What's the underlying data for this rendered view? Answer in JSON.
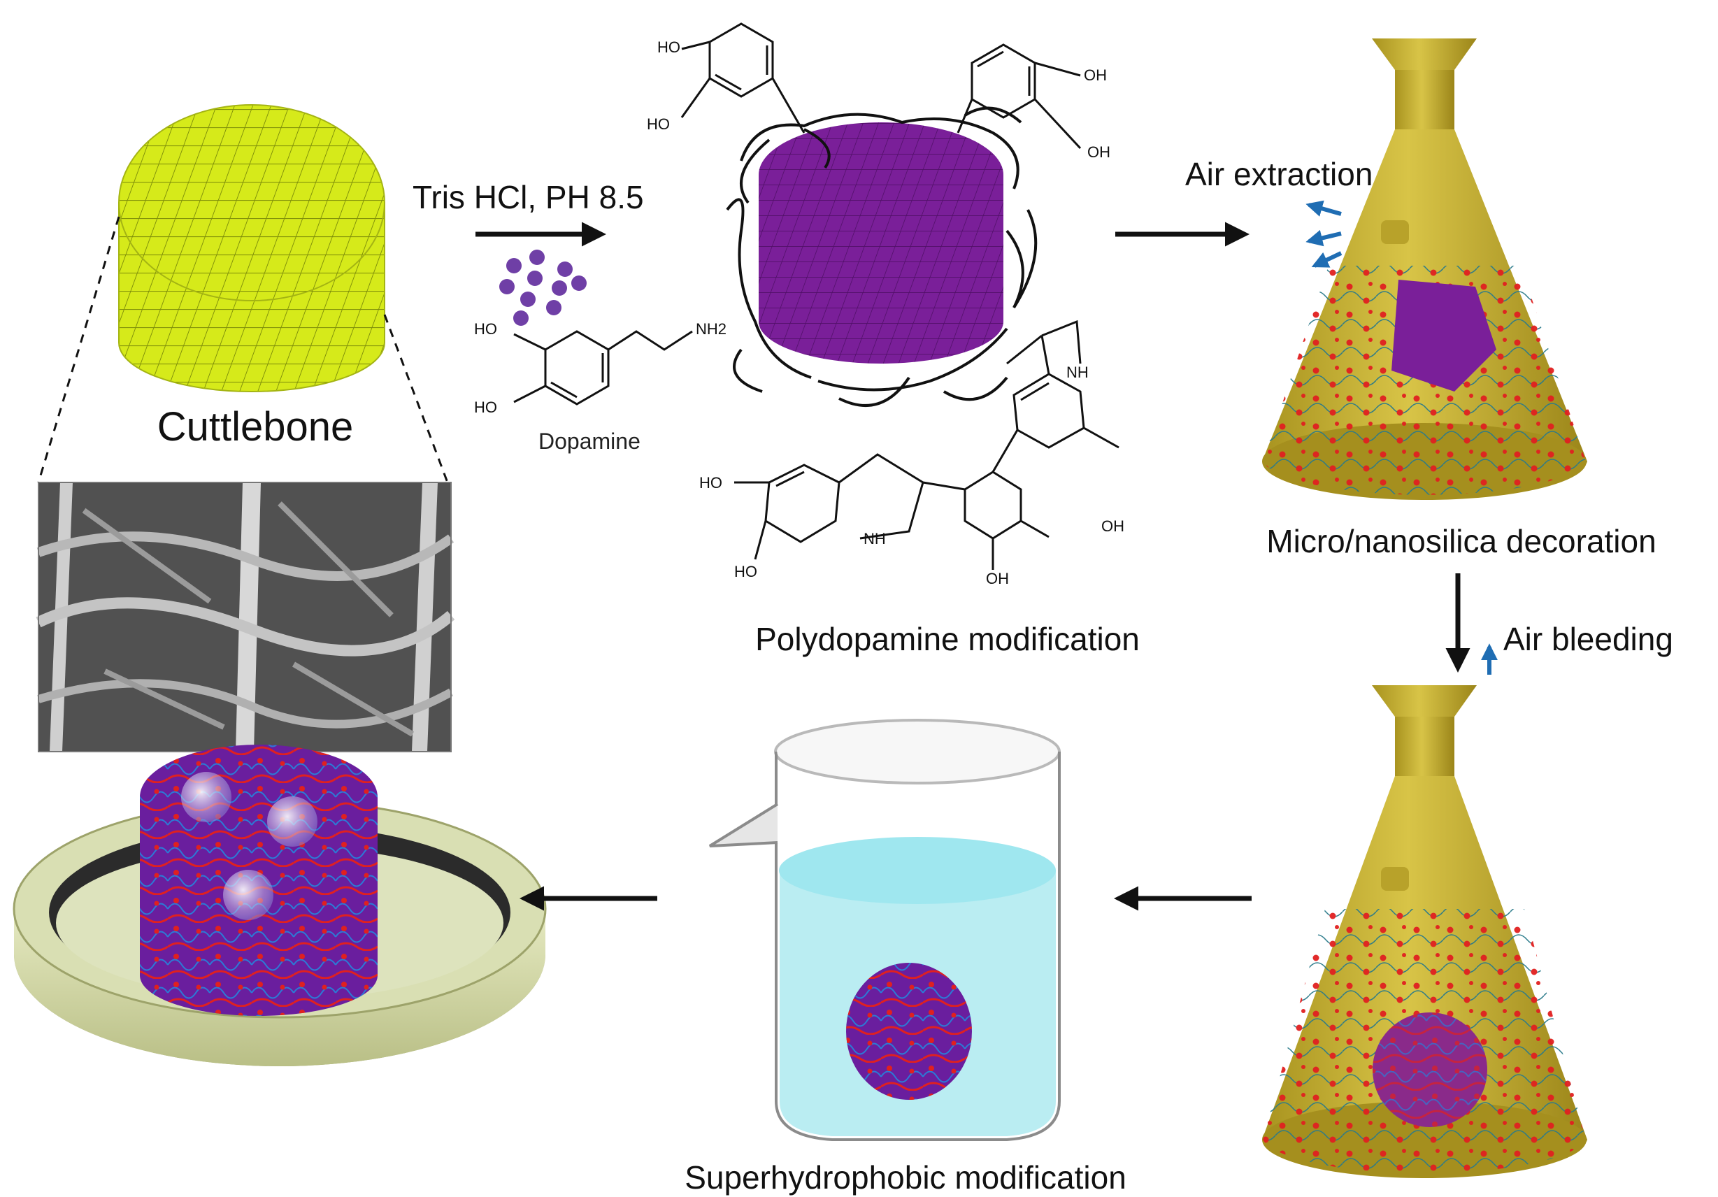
{
  "labels": {
    "cuttlebone": "Cuttlebone",
    "reaction_condition": "Tris HCl, PH 8.5",
    "dopamine": "Dopamine",
    "polydopamine_modification": "Polydopamine modification",
    "air_extraction": "Air extraction",
    "micro_nanosilica_decoration": "Micro/nanosilica decoration",
    "air_bleeding": "Air bleeding",
    "superhydrophobic_modification": "Superhydrophobic modification"
  },
  "chem": {
    "ho": "HO",
    "oh": "OH",
    "nh2": "NH2",
    "nh": "NH"
  },
  "colors": {
    "cuttlebone": "#d6ea1a",
    "polydopamine": "#7a1f99",
    "flask": "#c9b233",
    "silica_dots": "#e02020",
    "arrow": "#111111",
    "air_arrow": "#1f6db3",
    "water": "#9fe7ef",
    "dish": "#d9dfb3"
  }
}
